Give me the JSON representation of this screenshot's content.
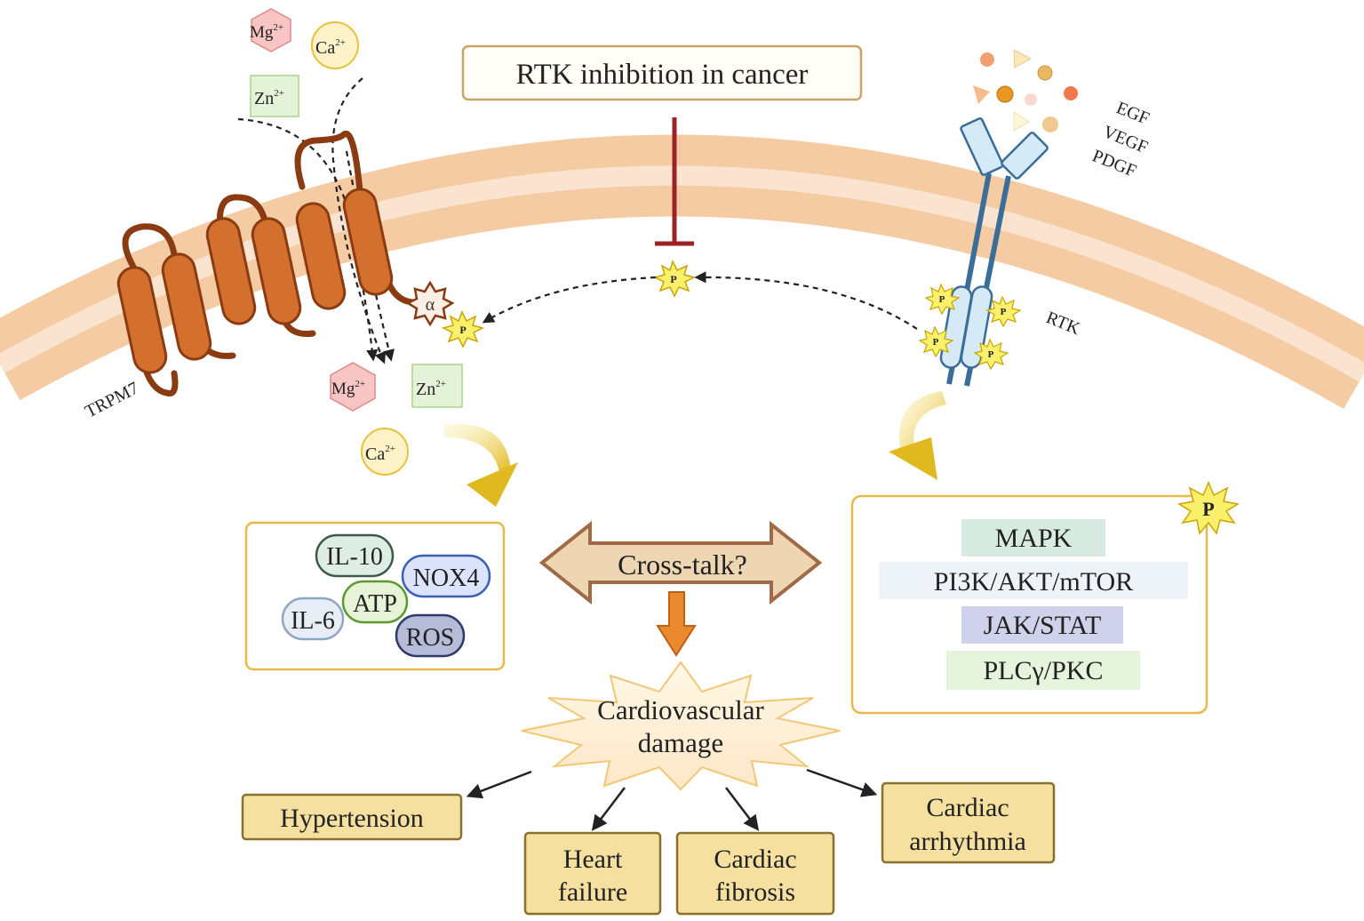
{
  "inhibition": {
    "label": "RTK inhibition in cancer"
  },
  "ions_outside": {
    "mg": "Mg",
    "ca": "Ca",
    "zn": "Zn",
    "charge": "2+"
  },
  "ions_inside": {
    "mg": "Mg",
    "ca": "Ca",
    "zn": "Zn",
    "charge": "2+"
  },
  "channel": {
    "name": "TRPM7",
    "alpha_symbol": "α"
  },
  "phospho_symbol": "P",
  "ligands": [
    "EGF",
    "VEGF",
    "PDGF"
  ],
  "receptor": {
    "name": "RTK"
  },
  "trpm7_effectors": {
    "il10": "IL-10",
    "nox4": "NOX4",
    "atp": "ATP",
    "il6": "IL-6",
    "ros": "ROS"
  },
  "crosstalk": {
    "label": "Cross-talk?"
  },
  "pathways": [
    "MAPK",
    "PI3K/AKT/mTOR",
    "JAK/STAT",
    "PLCγ/PKC"
  ],
  "damage": {
    "line1": "Cardiovascular",
    "line2": "damage"
  },
  "outcomes": {
    "hypertension": [
      "Hypertension"
    ],
    "heart_failure": [
      "Heart",
      "failure"
    ],
    "fibrosis": [
      "Cardiac",
      "fibrosis"
    ],
    "arrhythmia": [
      "Cardiac",
      "arrhythmia"
    ]
  },
  "colors": {
    "membrane": "#f4c8a0",
    "channel": "#d4702e",
    "channel_dark": "#8a3b12",
    "receptor": "#3a6e99",
    "box_border": "#e8b84a",
    "outcome_fill": "#f5e0a0",
    "inhibit": "#9b2226"
  }
}
